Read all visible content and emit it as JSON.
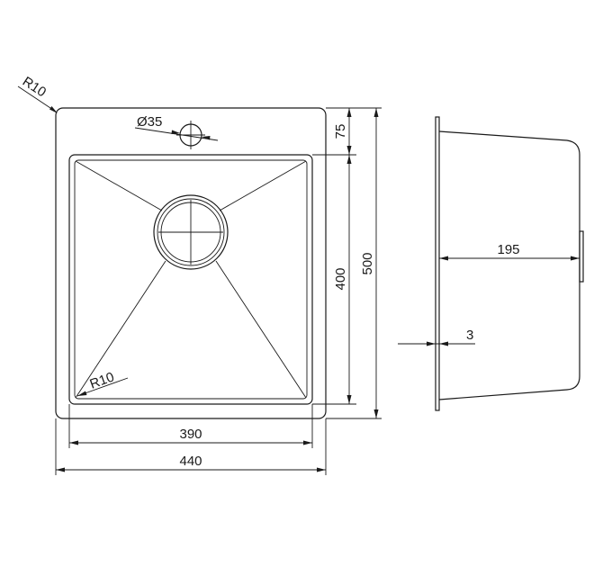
{
  "labels": {
    "corner_radius_outer": "R10",
    "hole_diameter": "Ø35",
    "tap_offset": "75",
    "bowl_length": "400",
    "overall_length": "500",
    "corner_radius_inner": "R10",
    "bowl_width": "390",
    "overall_width": "440",
    "depth": "195",
    "thickness": "3"
  },
  "colors": {
    "line": "#1a1a1a",
    "background": "#ffffff"
  }
}
